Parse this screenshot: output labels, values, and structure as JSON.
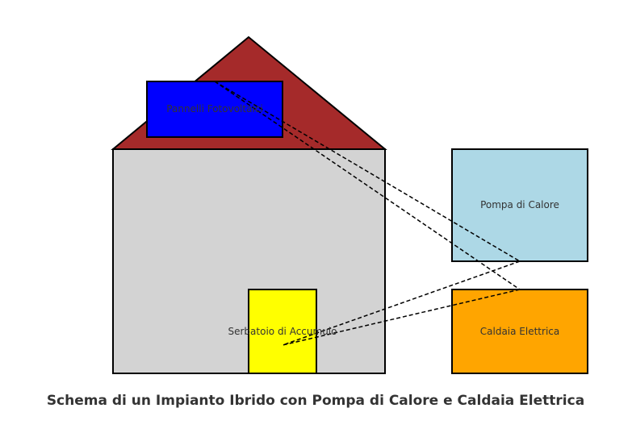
{
  "title": "Schema di un Impianto Ibrido con Pompa di Calore e Caldaia Elettrica",
  "components": {
    "solar_panels": {
      "label": "Pannelli Fotovoltaici",
      "color": "#0000ff"
    },
    "heat_pump": {
      "label": "Pompa di Calore",
      "color": "#add8e6"
    },
    "electric_boiler": {
      "label": "Caldaia Elettrica",
      "color": "#ffa500"
    },
    "storage_tank": {
      "label": "Serbatoio di Accumulo",
      "color": "#ffff00"
    }
  },
  "house": {
    "wall_color": "#d3d3d3",
    "roof_color": "#a52a2a"
  },
  "connections": [
    {
      "from": "solar_panels",
      "to": "heat_pump"
    },
    {
      "from": "solar_panels",
      "to": "electric_boiler"
    },
    {
      "from": "heat_pump",
      "to": "storage_tank"
    },
    {
      "from": "electric_boiler",
      "to": "storage_tank"
    }
  ],
  "style": {
    "line_style": "dashed",
    "stroke_color": "#000000"
  }
}
